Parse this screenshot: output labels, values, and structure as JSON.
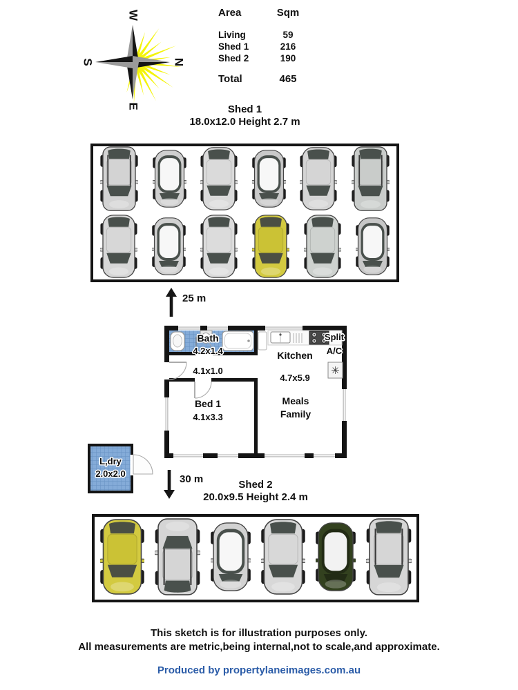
{
  "compass": {
    "letters": {
      "top": "W",
      "right": "N",
      "bottom": "E",
      "left": "S"
    }
  },
  "area_table": {
    "col_label": "Area",
    "col_value": "Sqm",
    "rows": [
      {
        "label": "Living",
        "value": "59"
      },
      {
        "label": "Shed 1",
        "value": "216"
      },
      {
        "label": "Shed 2",
        "value": "190"
      }
    ],
    "total_label": "Total",
    "total_value": "465"
  },
  "shed1": {
    "name": "Shed 1",
    "dims": "18.0x12.0 Height 2.7 m",
    "distance_label": "25 m",
    "cars": [
      [
        {
          "variant": "suv",
          "body": "#d3d3d3"
        },
        {
          "variant": "hatch",
          "body": "#cfcfcf"
        },
        {
          "variant": "sedan",
          "body": "#dadada"
        },
        {
          "variant": "hatch",
          "body": "#c9c9c9"
        },
        {
          "variant": "sedan",
          "body": "#d5d5d5"
        },
        {
          "variant": "suv",
          "body": "#c9ccca"
        }
      ],
      [
        {
          "variant": "sedan",
          "body": "#d7d7d7"
        },
        {
          "variant": "hatch",
          "body": "#d1d1d1"
        },
        {
          "variant": "sedan",
          "body": "#dcdcdc"
        },
        {
          "variant": "sedan",
          "body": "#d3ca40",
          "roof": "#cbc235",
          "glass": "#4b4f43"
        },
        {
          "variant": "sedan",
          "body": "#ced2cf"
        },
        {
          "variant": "hatch",
          "body": "#c7c7c7"
        }
      ]
    ]
  },
  "floorplan": {
    "bath": {
      "name": "Bath",
      "dims": "4.2x1.4"
    },
    "hall": {
      "dims": "4.1x1.0"
    },
    "kitchen": {
      "name": "Kitchen",
      "dims": "4.7x5.9"
    },
    "bed1": {
      "name": "Bed 1",
      "dims": "4.1x3.3"
    },
    "meals": {
      "line1": "Meals",
      "line2": "Family"
    },
    "split_ac": {
      "line1": "Split",
      "line2": "A/C",
      "symbol": "✳"
    },
    "laundry": {
      "name": "L,dry",
      "dims": "2.0x2.0"
    }
  },
  "shed2": {
    "name": "Shed 2",
    "dims": "20.0x9.5 Height 2.4 m",
    "distance_label": "30 m",
    "cars": [
      {
        "variant": "sedan",
        "body": "#d3ca40",
        "roof": "#cbc235",
        "glass": "#4b4f43"
      },
      {
        "variant": "suv",
        "body": "#d5d5d5",
        "flip": true
      },
      {
        "variant": "hatch",
        "body": "#d2d2d2"
      },
      {
        "variant": "sedan",
        "body": "#d8d8d8"
      },
      {
        "variant": "hatch",
        "body": "#33411f",
        "roof": "#f2f2f2",
        "glass": "#222b15"
      },
      {
        "variant": "suv",
        "body": "#d6d6d6"
      }
    ]
  },
  "footer": {
    "line1": "This sketch is for illustration purposes only.",
    "line2": "All measurements are metric,being internal,not to scale,and approximate.",
    "credit": "Produced by propertylaneimages.com.au"
  },
  "colors": {
    "credit_blue": "#2b5ca8",
    "tile_blue": "#84abd8",
    "tile_grout": "#6690c2",
    "sun_yellow": "#f4f40a",
    "wall_black": "#141414"
  }
}
